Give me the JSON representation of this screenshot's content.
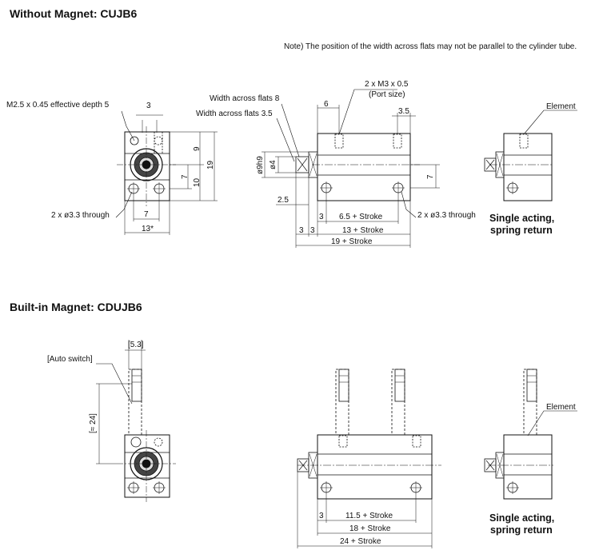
{
  "section1": {
    "title": "Without Magnet: CUJB6",
    "note": "Note) The position of the width across flats may not be parallel to the cylinder tube.",
    "front": {
      "thread_label": "M2.5 x 0.45 effective depth 5",
      "dim_top": "3",
      "dim_9": "9",
      "dim_19": "19",
      "dim_7v": "7",
      "dim_10": "10",
      "holes_label": "2 x ø3.3 through",
      "dim_7h": "7",
      "dim_13": "13*"
    },
    "side": {
      "flats8": "Width across flats 8",
      "flats35": "Width across flats 3.5",
      "port_label": "2 x M3 x 0.5",
      "port_sub": "(Port size)",
      "dim_6": "6",
      "dim_35": "3.5",
      "dia_rod": "ø9h9",
      "dia_4": "ø4",
      "dim_7": "7",
      "dim_25": "2.5",
      "dim_3a": "3",
      "dim_65": "6.5 + Stroke",
      "holes_label": "2 x ø3.3 through",
      "dim_3b": "3",
      "dim_3c": "3",
      "dim_13": "13 + Stroke",
      "dim_19": "19 + Stroke"
    },
    "spring": {
      "element_label": "Element",
      "caption_line1": "Single acting,",
      "caption_line2": "spring return"
    }
  },
  "section2": {
    "title": "Built-in Magnet: CDUJB6",
    "front": {
      "dim_53": "[5.3]",
      "auto_switch": "[Auto switch]",
      "dim_24": "[≈ 24]"
    },
    "side": {
      "dim_3": "3",
      "dim_115": "11.5 + Stroke",
      "dim_18": "18 + Stroke",
      "dim_24": "24 + Stroke"
    },
    "spring": {
      "element_label": "Element",
      "caption_line1": "Single acting,",
      "caption_line2": "spring return"
    }
  }
}
